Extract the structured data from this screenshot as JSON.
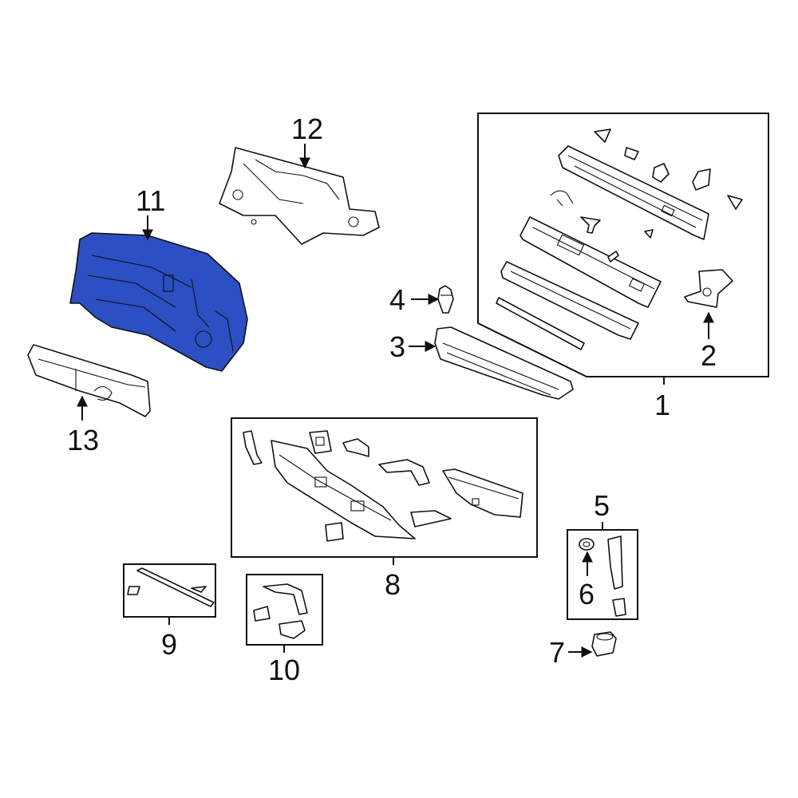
{
  "diagram": {
    "callouts": [
      "1",
      "2",
      "3",
      "4",
      "5",
      "6",
      "7",
      "8",
      "9",
      "10",
      "11",
      "12",
      "13"
    ],
    "highlight_color": "#2C4FC3",
    "line_color": "#111111",
    "background": "#ffffff"
  }
}
